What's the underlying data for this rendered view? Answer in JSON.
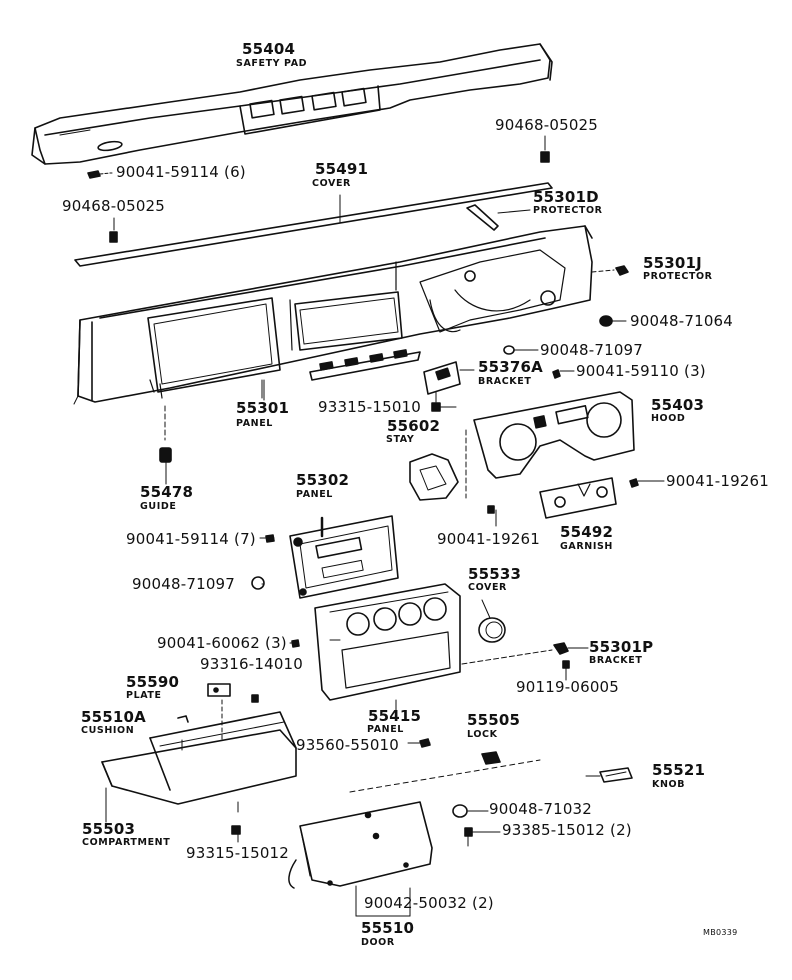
{
  "diagram": {
    "reference": "MB0339",
    "parts": [
      {
        "key": "p55404",
        "number": "55404",
        "name": "SAFETY PAD"
      },
      {
        "key": "p90468a",
        "number": "90468-05025"
      },
      {
        "key": "p90041a",
        "number": "90041-59114 (6)"
      },
      {
        "key": "p55491",
        "number": "55491",
        "name": "COVER"
      },
      {
        "key": "p90468b",
        "number": "90468-05025"
      },
      {
        "key": "p55301d",
        "number": "55301D",
        "name": "PROTECTOR"
      },
      {
        "key": "p55301j",
        "number": "55301J",
        "name": "PROTECTOR"
      },
      {
        "key": "p90048a",
        "number": "90048-71064"
      },
      {
        "key": "p90048b",
        "number": "90048-71097"
      },
      {
        "key": "p55376a",
        "number": "55376A",
        "name": "BRACKET"
      },
      {
        "key": "p90041b",
        "number": "90041-59110 (3)"
      },
      {
        "key": "p55301",
        "number": "55301",
        "name": "PANEL"
      },
      {
        "key": "p93315a",
        "number": "93315-15010"
      },
      {
        "key": "p55602",
        "number": "55602",
        "name": "STAY"
      },
      {
        "key": "p55403",
        "number": "55403",
        "name": "HOOD"
      },
      {
        "key": "p55478",
        "number": "55478",
        "name": "GUIDE"
      },
      {
        "key": "p55302",
        "number": "55302",
        "name": "PANEL"
      },
      {
        "key": "p90041c",
        "number": "90041-19261"
      },
      {
        "key": "p55492",
        "number": "55492",
        "name": "GARNISH"
      },
      {
        "key": "p90041d",
        "number": "90041-59114 (7)"
      },
      {
        "key": "p90041e",
        "number": "90041-19261"
      },
      {
        "key": "p90048c",
        "number": "90048-71097"
      },
      {
        "key": "p55533",
        "number": "55533",
        "name": "COVER"
      },
      {
        "key": "p90041f",
        "number": "90041-60062 (3)"
      },
      {
        "key": "p55301p",
        "number": "55301P",
        "name": "BRACKET"
      },
      {
        "key": "p93316",
        "number": "93316-14010"
      },
      {
        "key": "p55590",
        "number": "55590",
        "name": "PLATE"
      },
      {
        "key": "p90119",
        "number": "90119-06005"
      },
      {
        "key": "p55510a",
        "number": "55510A",
        "name": "CUSHION"
      },
      {
        "key": "p55415",
        "number": "55415",
        "name": "PANEL"
      },
      {
        "key": "p55505",
        "number": "55505",
        "name": "LOCK"
      },
      {
        "key": "p93560",
        "number": "93560-55010"
      },
      {
        "key": "p55521",
        "number": "55521",
        "name": "KNOB"
      },
      {
        "key": "p90048d",
        "number": "90048-71032"
      },
      {
        "key": "p55503",
        "number": "55503",
        "name": "COMPARTMENT"
      },
      {
        "key": "p93385",
        "number": "93385-15012 (2)"
      },
      {
        "key": "p93315b",
        "number": "93315-15012"
      },
      {
        "key": "p90042",
        "number": "90042-50032 (2)"
      },
      {
        "key": "p55510",
        "number": "55510",
        "name": "DOOR"
      }
    ]
  }
}
